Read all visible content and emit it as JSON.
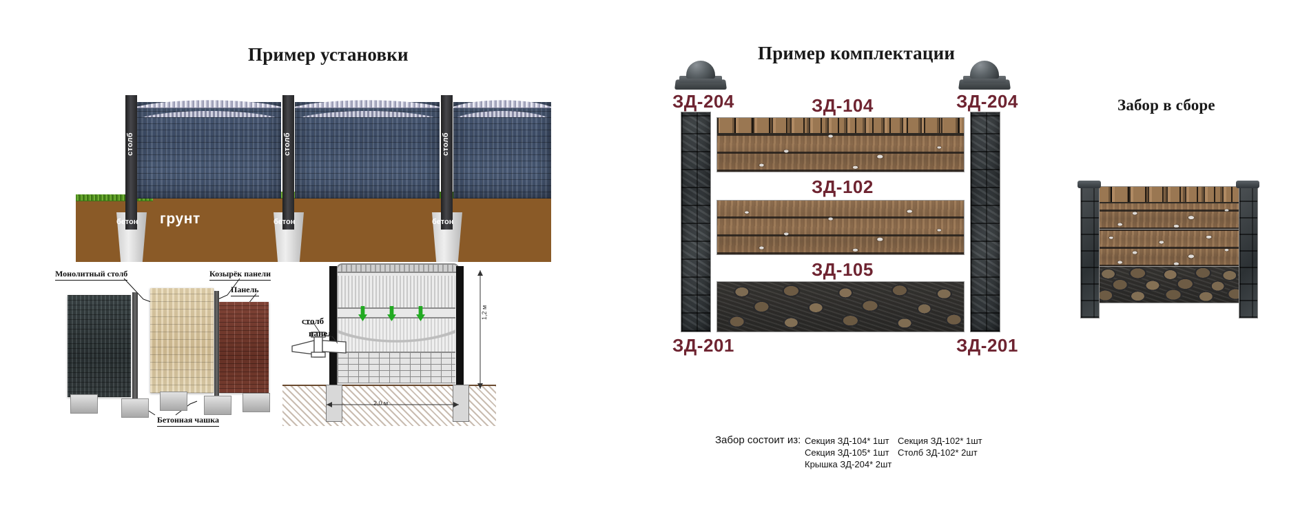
{
  "colors": {
    "code_label": "#6e2431",
    "heading": "#1a1a1a",
    "ground": "#8a5a27",
    "grass": "#4e8b1e",
    "concrete": "#cfcfcf",
    "post_dark": "#262628",
    "panel_stone": "#3e4e68",
    "arrow_green": "#22aa22",
    "stone_column": "#33383b",
    "wood_panel": "#8e6f50",
    "rubble_panel": "#6d5b44"
  },
  "install_section": {
    "title": "Пример установки",
    "post_labels": [
      "столб",
      "столб",
      "столб"
    ],
    "concrete_labels": [
      "бетон",
      "бетон",
      "бетон"
    ],
    "ground_label": "грунт"
  },
  "exploded_section": {
    "callouts": [
      {
        "label": "Монолитный столб"
      },
      {
        "label": "Козырёк панели"
      },
      {
        "label": "Панель"
      },
      {
        "label": "Бетонная чашка"
      }
    ]
  },
  "tech_drawing": {
    "labels": [
      "столб",
      "панель"
    ],
    "dimension_width": "2,0 м",
    "dimension_height": "1,2 м"
  },
  "kit_section": {
    "title": "Пример комплектации",
    "cap_left": "ЗД-204",
    "cap_right": "ЗД-204",
    "column_left": "ЗД-201",
    "column_right": "ЗД-201",
    "panels": [
      {
        "code": "ЗД-104",
        "type": "wood-with-log-top"
      },
      {
        "code": "ЗД-102",
        "type": "wood-planks"
      },
      {
        "code": "ЗД-105",
        "type": "rubble-stone"
      }
    ]
  },
  "bom": {
    "heading": "Забор состоит из:",
    "column_1": [
      "Секция ЗД-104* 1шт",
      "Секция ЗД-105* 1шт",
      "Крышка ЗД-204* 2шт"
    ],
    "column_2": [
      "Секция ЗД-102* 1шт",
      "Столб ЗД-102* 2шт"
    ]
  },
  "assembled_section": {
    "title": "Забор в сборе"
  }
}
